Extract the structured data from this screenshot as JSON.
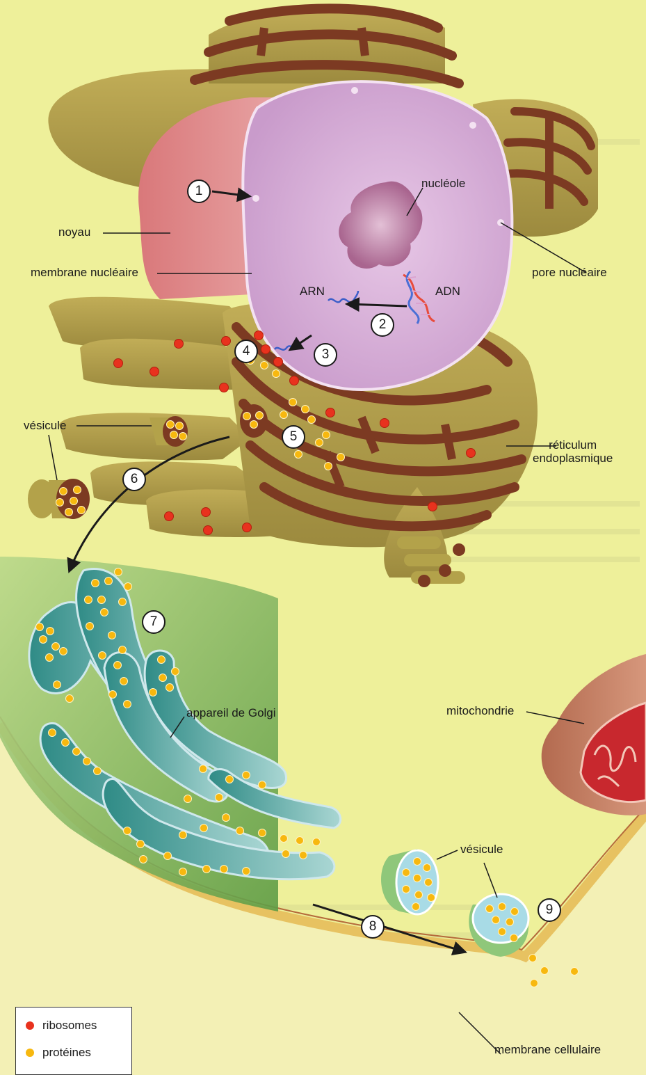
{
  "labels": {
    "noyau": "noyau",
    "membrane_nucleaire": "membrane nucléaire",
    "nucleole": "nucléole",
    "pore_nucleaire": "pore nucléaire",
    "arn": "ARN",
    "adn": "ADN",
    "vesicule_top": "vésicule",
    "reticulum": "réticulum\nendoplasmique",
    "appareil_golgi": "appareil de Golgi",
    "mitochondrie": "mitochondrie",
    "vesicule_bottom": "vésicule",
    "membrane_cellulaire": "membrane cellulaire"
  },
  "steps": [
    "1",
    "2",
    "3",
    "4",
    "5",
    "6",
    "7",
    "8",
    "9"
  ],
  "legend": [
    {
      "label": "ribosomes",
      "color": "#e8321e"
    },
    {
      "label": "protéines",
      "color": "#f7b80f"
    }
  ],
  "colors": {
    "cytoplasm": "#eef09a",
    "nucleus": "#d9b3d9",
    "reticulum": "#7c3a22",
    "er_body": "#b3a24a",
    "golgi": "#3b9a95",
    "ribosome": "#e8321e",
    "protein": "#f7b80f",
    "mitochondria": "#b9715a"
  }
}
